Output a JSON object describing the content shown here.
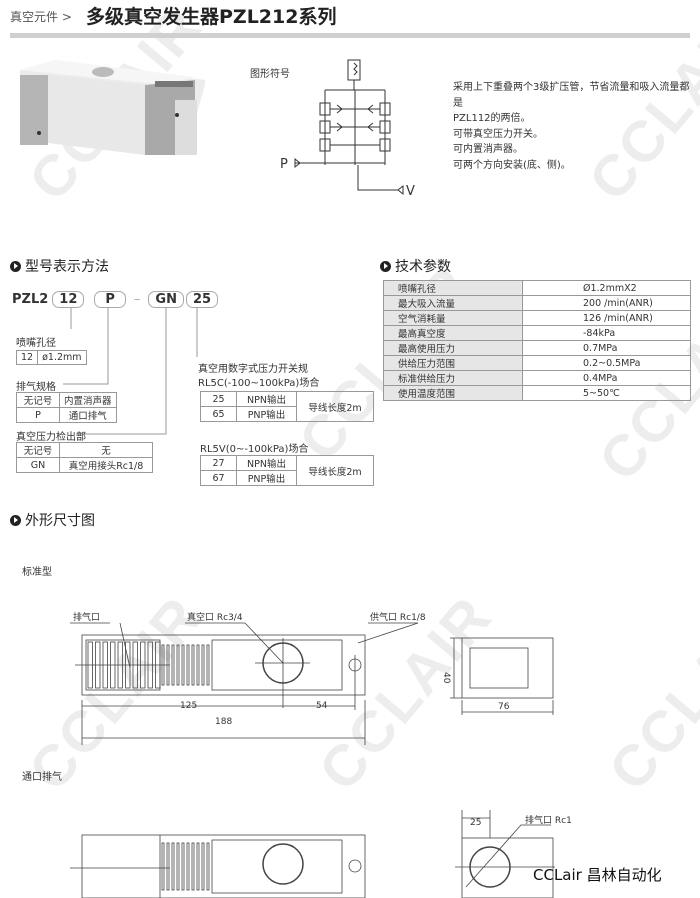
{
  "header": {
    "breadcrumb": "真空元件 >",
    "title": "多级真空发生器PZL212系列"
  },
  "watermark": "CCLAIR",
  "symbol": {
    "label": "图形符号",
    "port_p": "P",
    "port_v": "V"
  },
  "description": [
    "采用上下重叠两个3级扩压管，节省流量和吸入流量都是",
    "PZL112的两倍。",
    "可带真空压力开关。",
    "可内置消声器。",
    "可两个方向安装(底、侧)。"
  ],
  "model": {
    "heading": "型号表示方法",
    "prefix": "PZL2",
    "codes": [
      "12",
      "P",
      "GN",
      "25"
    ],
    "dash": "–",
    "nozzle": {
      "label": "喷嘴孔径",
      "rows": [
        [
          "12",
          "ø1.2mm"
        ]
      ]
    },
    "exhaust": {
      "label": "排气规格",
      "rows": [
        [
          "无记号",
          "内置消声器"
        ],
        [
          "P",
          "通口排气"
        ]
      ]
    },
    "detect": {
      "label": "真空压力检出部",
      "rows": [
        [
          "无记号",
          "无"
        ],
        [
          "GN",
          "真空用接头Rc1/8"
        ]
      ]
    },
    "switch": {
      "label1": "真空用数字式压力开关规",
      "label2": "RL5C(-100~100kPa)场合",
      "rows": [
        [
          "25",
          "NPN输出"
        ],
        [
          "65",
          "PNP输出"
        ]
      ],
      "note": "导线长度2m"
    },
    "switch2": {
      "label": "RL5V(0~-100kPa)场合",
      "rows": [
        [
          "27",
          "NPN输出"
        ],
        [
          "67",
          "PNP输出"
        ]
      ],
      "note": "导线长度2m"
    }
  },
  "tech": {
    "heading": "技术参数",
    "rows": [
      [
        "喷嘴孔径",
        "Ø1.2mmX2"
      ],
      [
        "最大吸入流量",
        "200 /min(ANR)"
      ],
      [
        "空气消耗量",
        "126 /min(ANR)"
      ],
      [
        "最高真空度",
        "-84kPa"
      ],
      [
        "最高使用压力",
        "0.7MPa"
      ],
      [
        "供给压力范围",
        "0.2~0.5MPa"
      ],
      [
        "标准供给压力",
        "0.4MPa"
      ],
      [
        "使用温度范围",
        "5~50℃"
      ]
    ]
  },
  "dims": {
    "heading": "外形尺寸图",
    "standard": "标准型",
    "port": "通口排气",
    "exhaust_port": "排气口",
    "vacuum_port": "真空口 Rc3/4",
    "supply_port": "供气口 Rc1/8",
    "d125": "125",
    "d54": "54",
    "d188": "188",
    "d40": "40",
    "d76": "76",
    "d25": "25",
    "exhaust_rc1": "排气口 Rc1"
  },
  "logo": "CCLair 昌林自动化"
}
